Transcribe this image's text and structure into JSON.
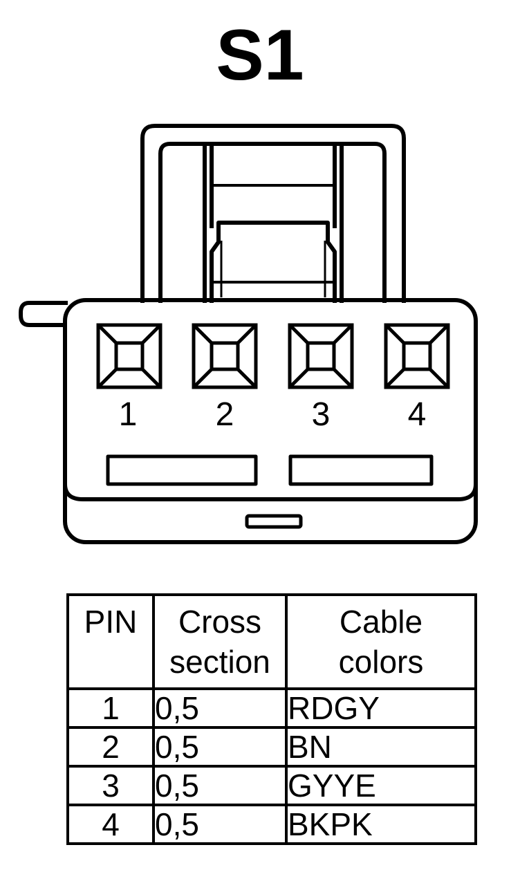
{
  "title": "S1",
  "connector": {
    "pin_labels": [
      "1",
      "2",
      "3",
      "4"
    ]
  },
  "table": {
    "headers": {
      "pin": "PIN",
      "cross_section": [
        "Cross",
        "section"
      ],
      "cable_colors": [
        "Cable",
        "colors"
      ]
    },
    "rows": [
      {
        "pin": "1",
        "cross_section": "0,5",
        "color": "RDGY"
      },
      {
        "pin": "2",
        "cross_section": "0,5",
        "color": "BN"
      },
      {
        "pin": "3",
        "cross_section": "0,5",
        "color": "GYYE"
      },
      {
        "pin": "4",
        "cross_section": "0,5",
        "color": "BKPK"
      }
    ]
  }
}
